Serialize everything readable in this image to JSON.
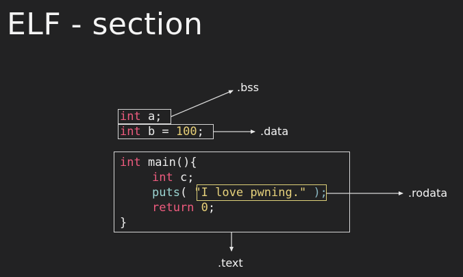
{
  "slide": {
    "title": "ELF - section"
  },
  "globals": {
    "var_a": {
      "type": "int",
      "rest": " a;"
    },
    "var_b": {
      "type": "int",
      "name": " b = ",
      "value": "100",
      "semicolon": ";"
    }
  },
  "main_func": {
    "line1": {
      "type": "int",
      "rest": " main(){"
    },
    "line2": {
      "type": "int",
      "rest": " c;"
    },
    "line3": {
      "fn": "puts",
      "open": "( ",
      "string": "\"I love pwning.\"",
      "close": " );"
    },
    "line4": {
      "kw": "return",
      "space": " ",
      "value": "0",
      "semicolon": ";"
    },
    "line5": "}"
  },
  "labels": {
    "bss": ".bss",
    "data": ".data",
    "rodata": ".rodata",
    "text": ".text"
  },
  "colors": {
    "background": "#222223",
    "keyword": "#ee5b7e",
    "number": "#e8d078",
    "string": "#e7d27c",
    "function": "#9bd5d2",
    "box": "#d8d8d8"
  }
}
